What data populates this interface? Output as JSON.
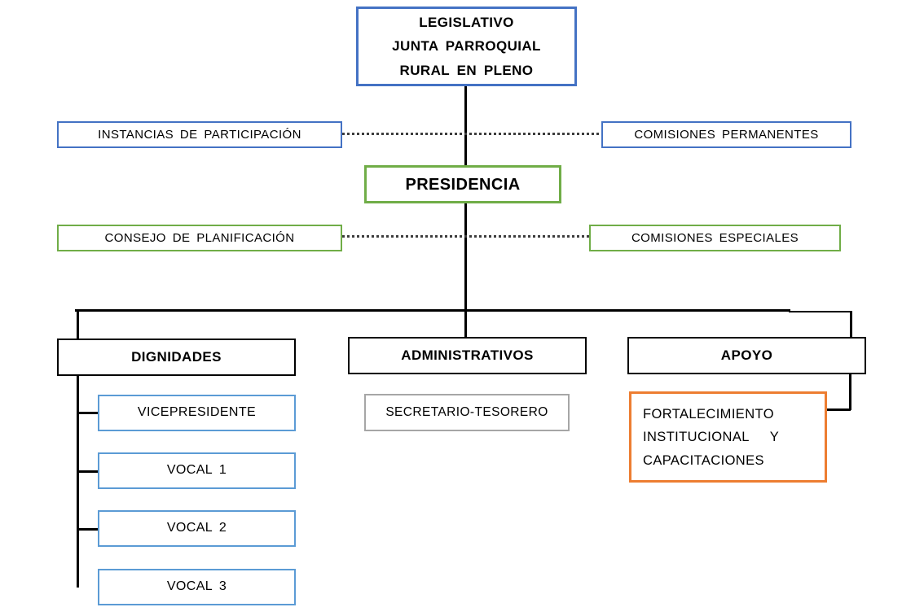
{
  "diagram": {
    "type": "org-chart",
    "colors": {
      "blue": "#4472C4",
      "green": "#70AD47",
      "light_blue": "#5B9BD5",
      "orange": "#ED7D31",
      "gray": "#A6A6A6",
      "black": "#000000"
    }
  },
  "nodes": {
    "legislativo": {
      "label": "LEGISLATIVO\nJUNTA PARROQUIAL\nRURAL EN PLENO"
    },
    "instancias": {
      "label": "INSTANCIAS DE PARTICIPACIÓN"
    },
    "comisiones_permanentes": {
      "label": "COMISIONES PERMANENTES"
    },
    "presidencia": {
      "label": "PRESIDENCIA"
    },
    "consejo_planificacion": {
      "label": "CONSEJO DE PLANIFICACIÓN"
    },
    "comisiones_especiales": {
      "label": "COMISIONES ESPECIALES"
    },
    "dignidades": {
      "label": "DIGNIDADES"
    },
    "administrativos": {
      "label": "ADMINISTRATIVOS"
    },
    "apoyo": {
      "label": "APOYO"
    },
    "vicepresidente": {
      "label": "VICEPRESIDENTE"
    },
    "vocal_1": {
      "label": "VOCAL 1"
    },
    "vocal_2": {
      "label": "VOCAL 2"
    },
    "vocal_3": {
      "label": "VOCAL 3"
    },
    "secretario_tesorero": {
      "label": "SECRETARIO-TESORERO"
    },
    "fortalecimiento": {
      "label": "FORTALECIMIENTO\nINSTITUCIONAL   Y\nCAPACITACIONES"
    }
  }
}
